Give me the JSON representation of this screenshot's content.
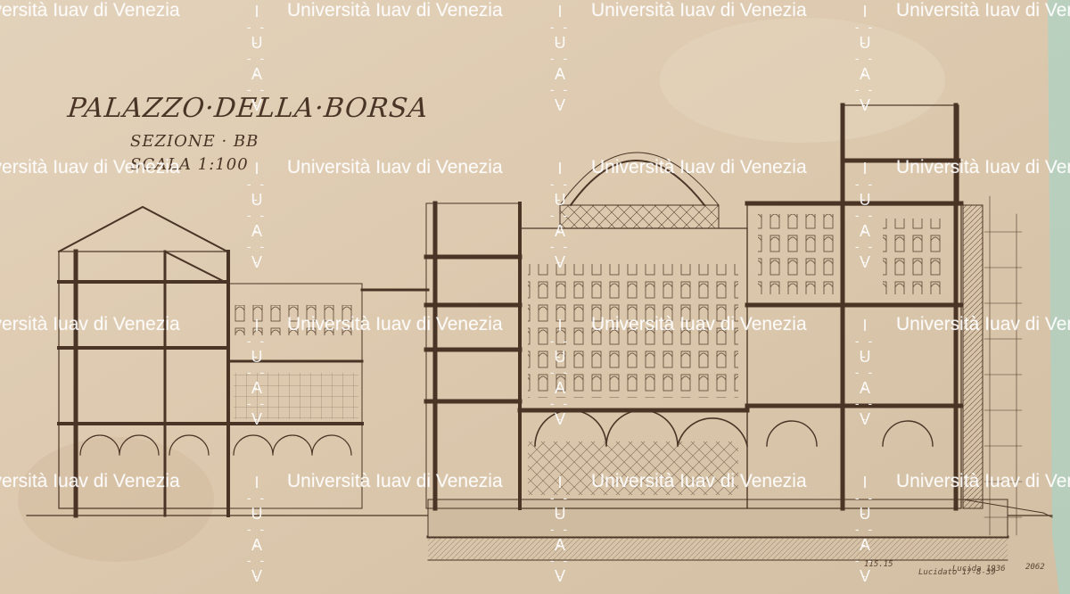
{
  "drawing": {
    "title": "PALAZZO·DELLA·BORSA",
    "section": "SEZIONE · BB",
    "scale": "SCALA 1:100",
    "sheet_number": "2062",
    "small_notes": [
      "Lucidato 17-8-39",
      "Lucida 1936",
      "115.15"
    ]
  },
  "watermark": {
    "text": "Università Iuav di Venezia",
    "vertical_letters": [
      "I",
      "U",
      "A",
      "V"
    ],
    "color": "#ffffff"
  },
  "colors": {
    "paper": "#d9c7ae",
    "ink": "#4a3426",
    "border": "#a9d3c6"
  }
}
